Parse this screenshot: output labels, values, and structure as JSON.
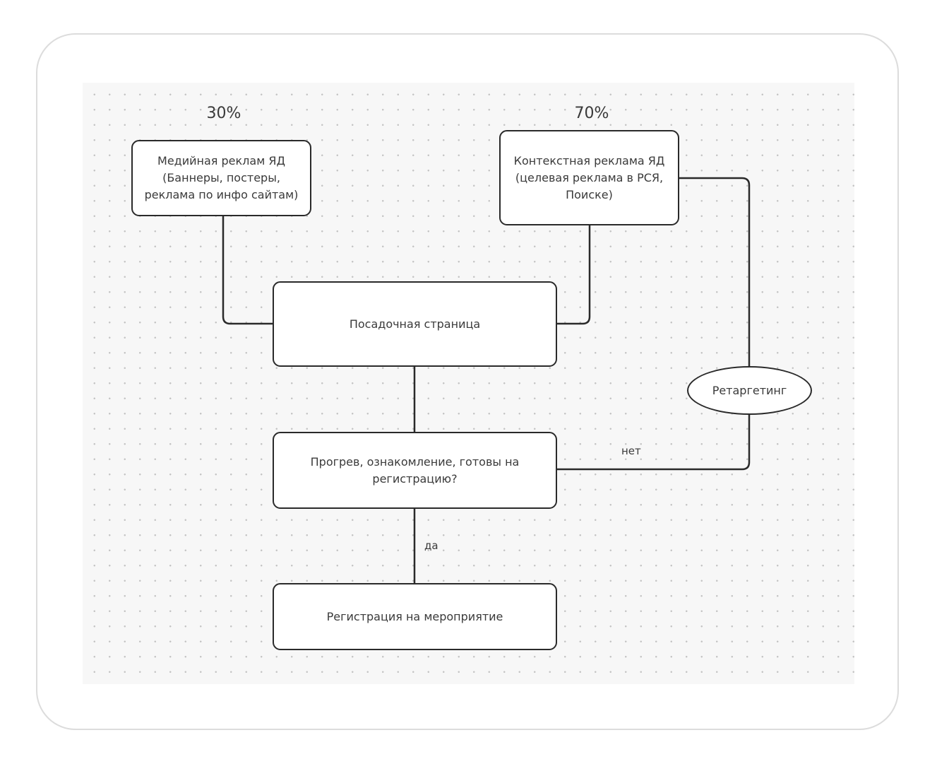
{
  "percentages": {
    "media": "30%",
    "context": "70%"
  },
  "nodes": {
    "media_ads": "Медийная реклам ЯД\n(Баннеры, постеры,\nреклама по инфо сайтам)",
    "context_ads": "Контекстная реклама ЯД\n(целевая реклама в РСЯ,\nПоиске)",
    "landing_page": "Посадочная страница",
    "warmup_question": "Прогрев, ознакомление, готовы на\nрегистрацию?",
    "event_registration": "Регистрация на мероприятие",
    "retargeting": "Ретаргетинг"
  },
  "edge_labels": {
    "no": "нет",
    "yes": "да"
  },
  "colors": {
    "stroke": "#2a2a2a",
    "text": "#3a3a3a",
    "canvas": "#f7f7f7",
    "grid_dot": "#c4c4c4"
  }
}
